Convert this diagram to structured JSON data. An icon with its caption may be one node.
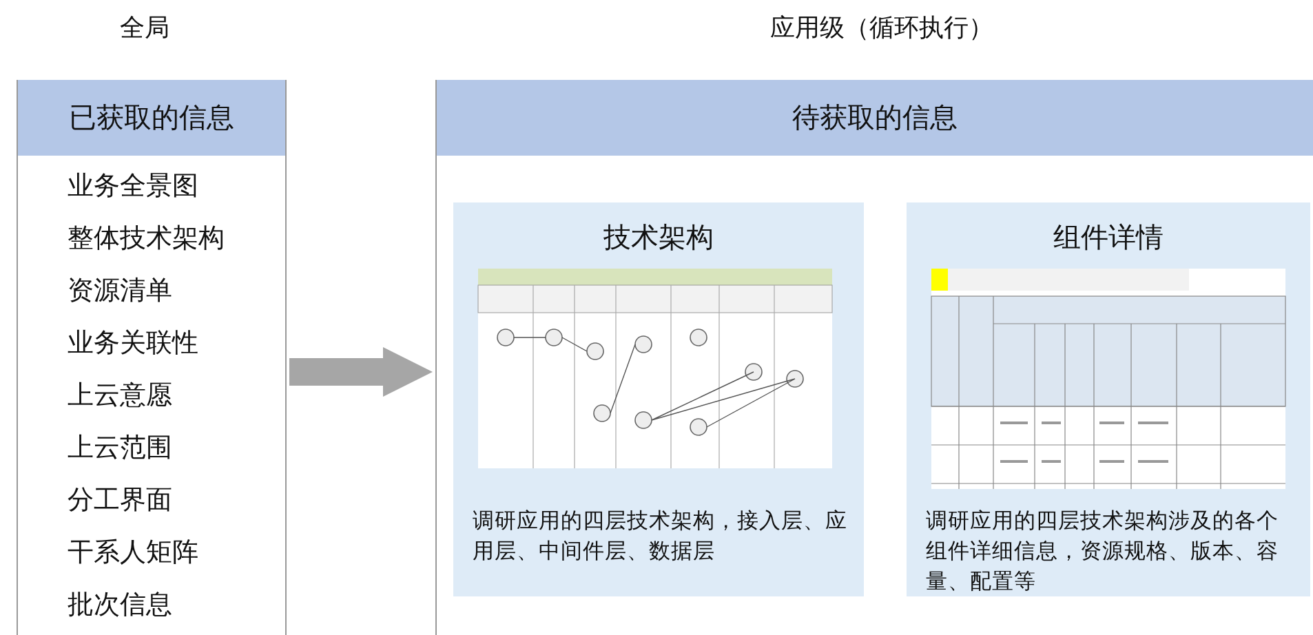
{
  "diagram": {
    "nodes": [
      {
        "text": [
          "已获取的信息",
          "业务全景图",
          "整体技术架构",
          "资源清单",
          "业务关联性",
          "上云意愿",
          "上云范围",
          "分工界面",
          "干系人矩阵",
          "批次信息"
        ]
      },
      {
        "text": [
          "待获取的信息"
        ]
      },
      {
        "text": [
          "技术架构",
          "调研应用的四层技术架构，接入层、应用层、中间件层、数据层"
        ],
        "in": 1
      },
      {
        "text": [
          "组件详情",
          "调研应用的四层技术架构涉及的各个组件详细信息，资源规格、版本、容量、配置等"
        ],
        "in": 1
      }
    ],
    "edges": [
      {
        "from": 0,
        "to": 1,
        "arrow": "to"
      }
    ],
    "labels": [
      "全局",
      "应用级（循环执行）"
    ]
  }
}
